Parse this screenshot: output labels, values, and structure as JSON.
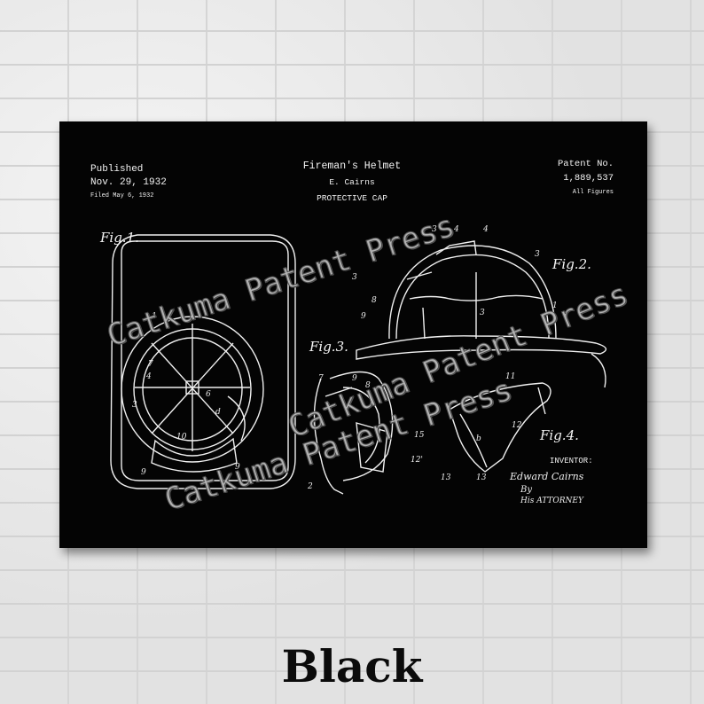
{
  "print": {
    "published_label": "Published",
    "published_date": "Nov. 29, 1932",
    "filed": "Filed May 6, 1932",
    "title": "Fireman's Helmet",
    "inventor_name": "E. Cairns",
    "subtitle": "PROTECTIVE CAP",
    "patent_label": "Patent No.",
    "patent_number": "1,889,537",
    "figures_note": "All Figures",
    "fig1": "Fig.1.",
    "fig2": "Fig.2.",
    "fig3": "Fig.3.",
    "fig4": "Fig.4.",
    "inventor_label": "INVENTOR:",
    "signature": "Edward Cairns",
    "attorney_by": "By",
    "attorney_label": "His ATTORNEY",
    "background_color": "#040404",
    "line_color": "#f2f2f2"
  },
  "watermarks": [
    "Catkuma Patent Press",
    "Catkuma Patent Press",
    "Catkuma Patent Press"
  ],
  "caption": "Black"
}
